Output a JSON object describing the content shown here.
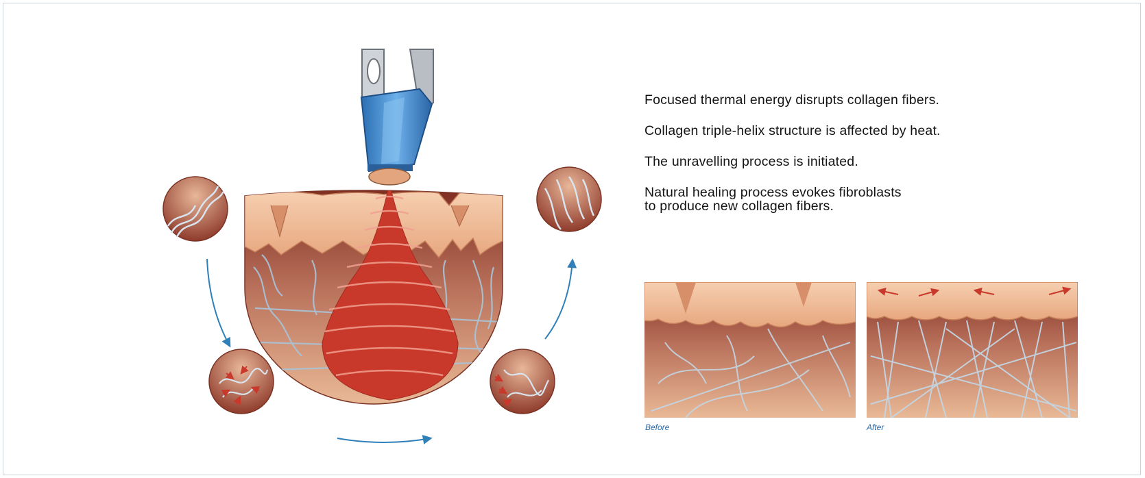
{
  "steps": [
    "Focused thermal energy disrupts collagen fibers.",
    "Collagen triple-helix structure is affected by heat.",
    "The unravelling process is initiated.",
    "Natural healing process evokes fibroblasts\nto produce new collagen fibers."
  ],
  "captions": {
    "before": "Before",
    "after": "After"
  },
  "colors": {
    "skin": "#f2c39f",
    "tissue_dark": "#8c3a2a",
    "heat": "#c9392b",
    "fiber": "#a9c4d8",
    "arrow": "#2f7fb9",
    "probe": "#3f8fd6"
  }
}
